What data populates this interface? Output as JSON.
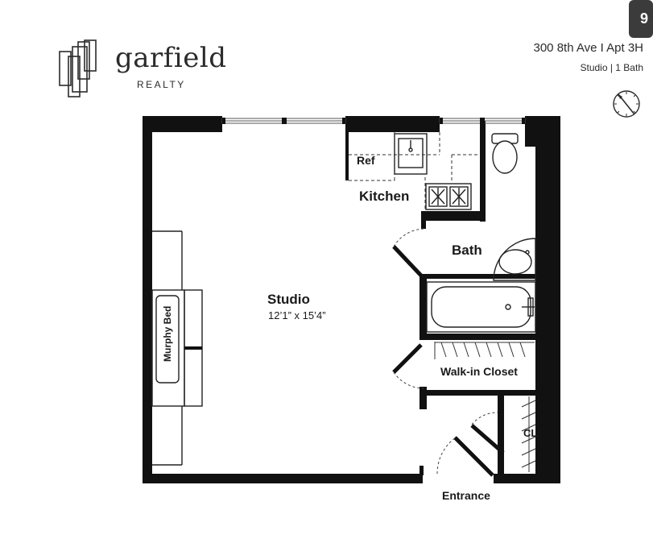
{
  "brand": {
    "name": "garfield",
    "tagline": "REALTY"
  },
  "listing": {
    "address": "300 8th Ave I Apt 3H",
    "summary": "Studio  | 1 Bath"
  },
  "badge": {
    "text": "9"
  },
  "rooms": {
    "studio": {
      "label": "Studio",
      "dimensions": "12’1” x 15’4”"
    },
    "kitchen": {
      "label": "Kitchen"
    },
    "refrigerator": {
      "label": "Ref"
    },
    "bath": {
      "label": "Bath"
    },
    "murphy_bed": {
      "label": "Murphy Bed"
    },
    "walk_in_closet": {
      "label": "Walk-in Closet"
    },
    "closet": {
      "label": "CL"
    },
    "entrance": {
      "label": "Entrance"
    }
  },
  "icons": [
    "logo-mark-icon",
    "compass-icon",
    "sink-icon",
    "stove-icon",
    "toilet-icon",
    "bathtub-icon",
    "vanity-sink-icon"
  ]
}
